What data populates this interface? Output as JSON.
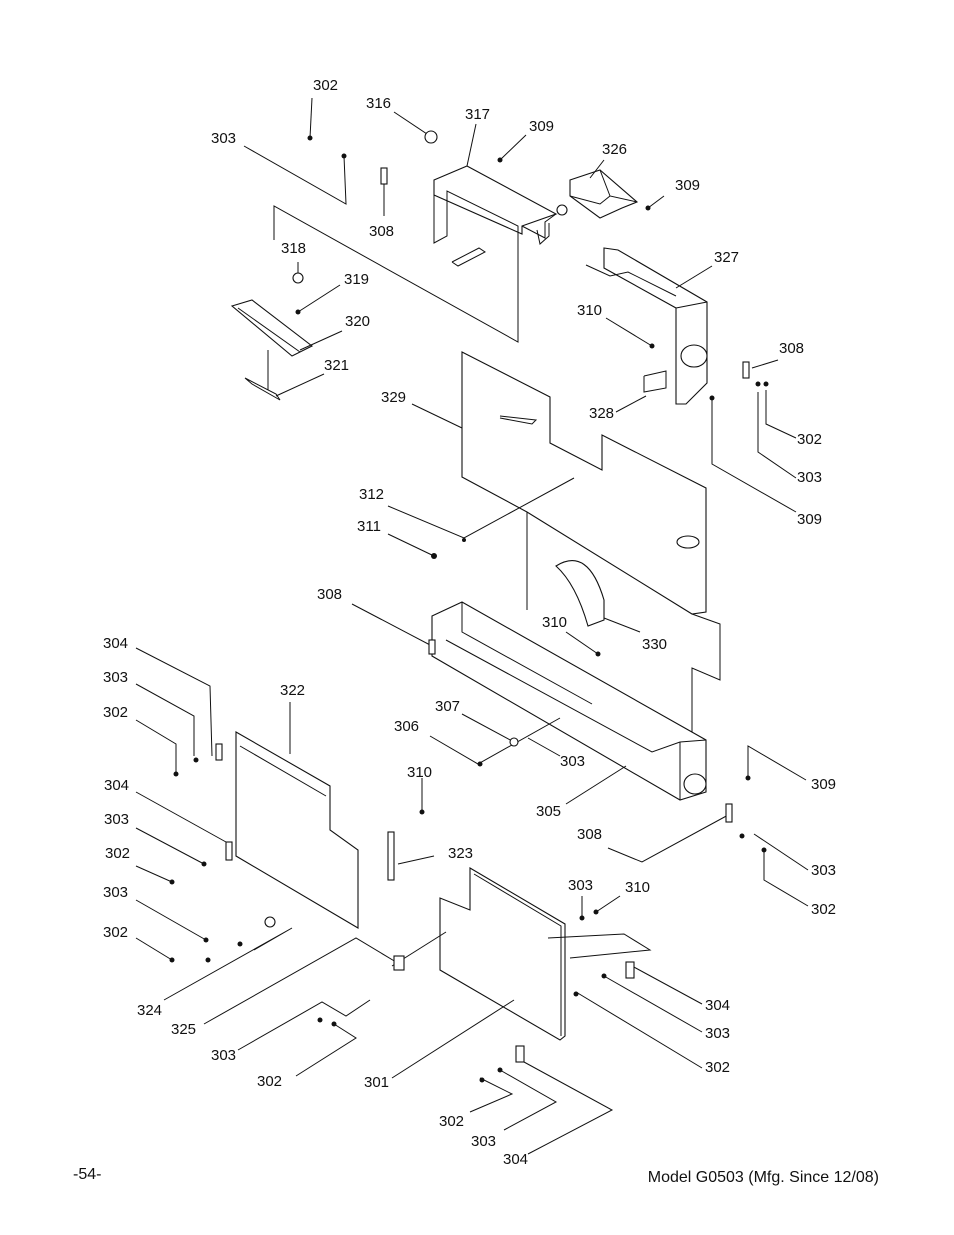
{
  "footer": {
    "page_number": "-54-",
    "model": "Model G0503 (Mfg. Since 12/08)"
  },
  "callouts": [
    "302",
    "316",
    "317",
    "309",
    "303",
    "326",
    "309",
    "308",
    "318",
    "327",
    "319",
    "320",
    "310",
    "308",
    "321",
    "329",
    "328",
    "302",
    "303",
    "309",
    "312",
    "311",
    "308",
    "310",
    "330",
    "304",
    "322",
    "303",
    "307",
    "302",
    "306",
    "303",
    "309",
    "310",
    "304",
    "305",
    "308",
    "303",
    "323",
    "303",
    "302",
    "302",
    "303",
    "310",
    "303",
    "302",
    "304",
    "324",
    "325",
    "303",
    "303",
    "302",
    "302",
    "301",
    "302",
    "303",
    "304"
  ]
}
